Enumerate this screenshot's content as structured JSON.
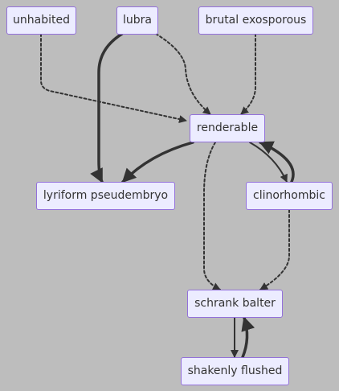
{
  "diagram": {
    "nodes": [
      {
        "id": "unhabited",
        "label": "unhabited"
      },
      {
        "id": "lubra",
        "label": "lubra"
      },
      {
        "id": "brutal",
        "label": "brutal exosporous"
      },
      {
        "id": "renderable",
        "label": "renderable"
      },
      {
        "id": "lyriform",
        "label": "lyriform pseudembryo"
      },
      {
        "id": "clinorhombic",
        "label": "clinorhombic"
      },
      {
        "id": "schrank",
        "label": "schrank balter"
      },
      {
        "id": "shakenly",
        "label": "shakenly flushed"
      }
    ],
    "edges": [
      {
        "from": "unhabited",
        "to": "renderable",
        "style": "dotted"
      },
      {
        "from": "lubra",
        "to": "renderable",
        "style": "dotted"
      },
      {
        "from": "brutal",
        "to": "renderable",
        "style": "dotted"
      },
      {
        "from": "lubra",
        "to": "lyriform",
        "style": "thick"
      },
      {
        "from": "renderable",
        "to": "lyriform",
        "style": "thick"
      },
      {
        "from": "renderable",
        "to": "clinorhombic",
        "style": "solid"
      },
      {
        "from": "clinorhombic",
        "to": "renderable",
        "style": "thick"
      },
      {
        "from": "renderable",
        "to": "schrank",
        "style": "dotted"
      },
      {
        "from": "clinorhombic",
        "to": "schrank",
        "style": "dotted"
      },
      {
        "from": "schrank",
        "to": "shakenly",
        "style": "solid"
      },
      {
        "from": "shakenly",
        "to": "schrank",
        "style": "thick"
      }
    ]
  }
}
